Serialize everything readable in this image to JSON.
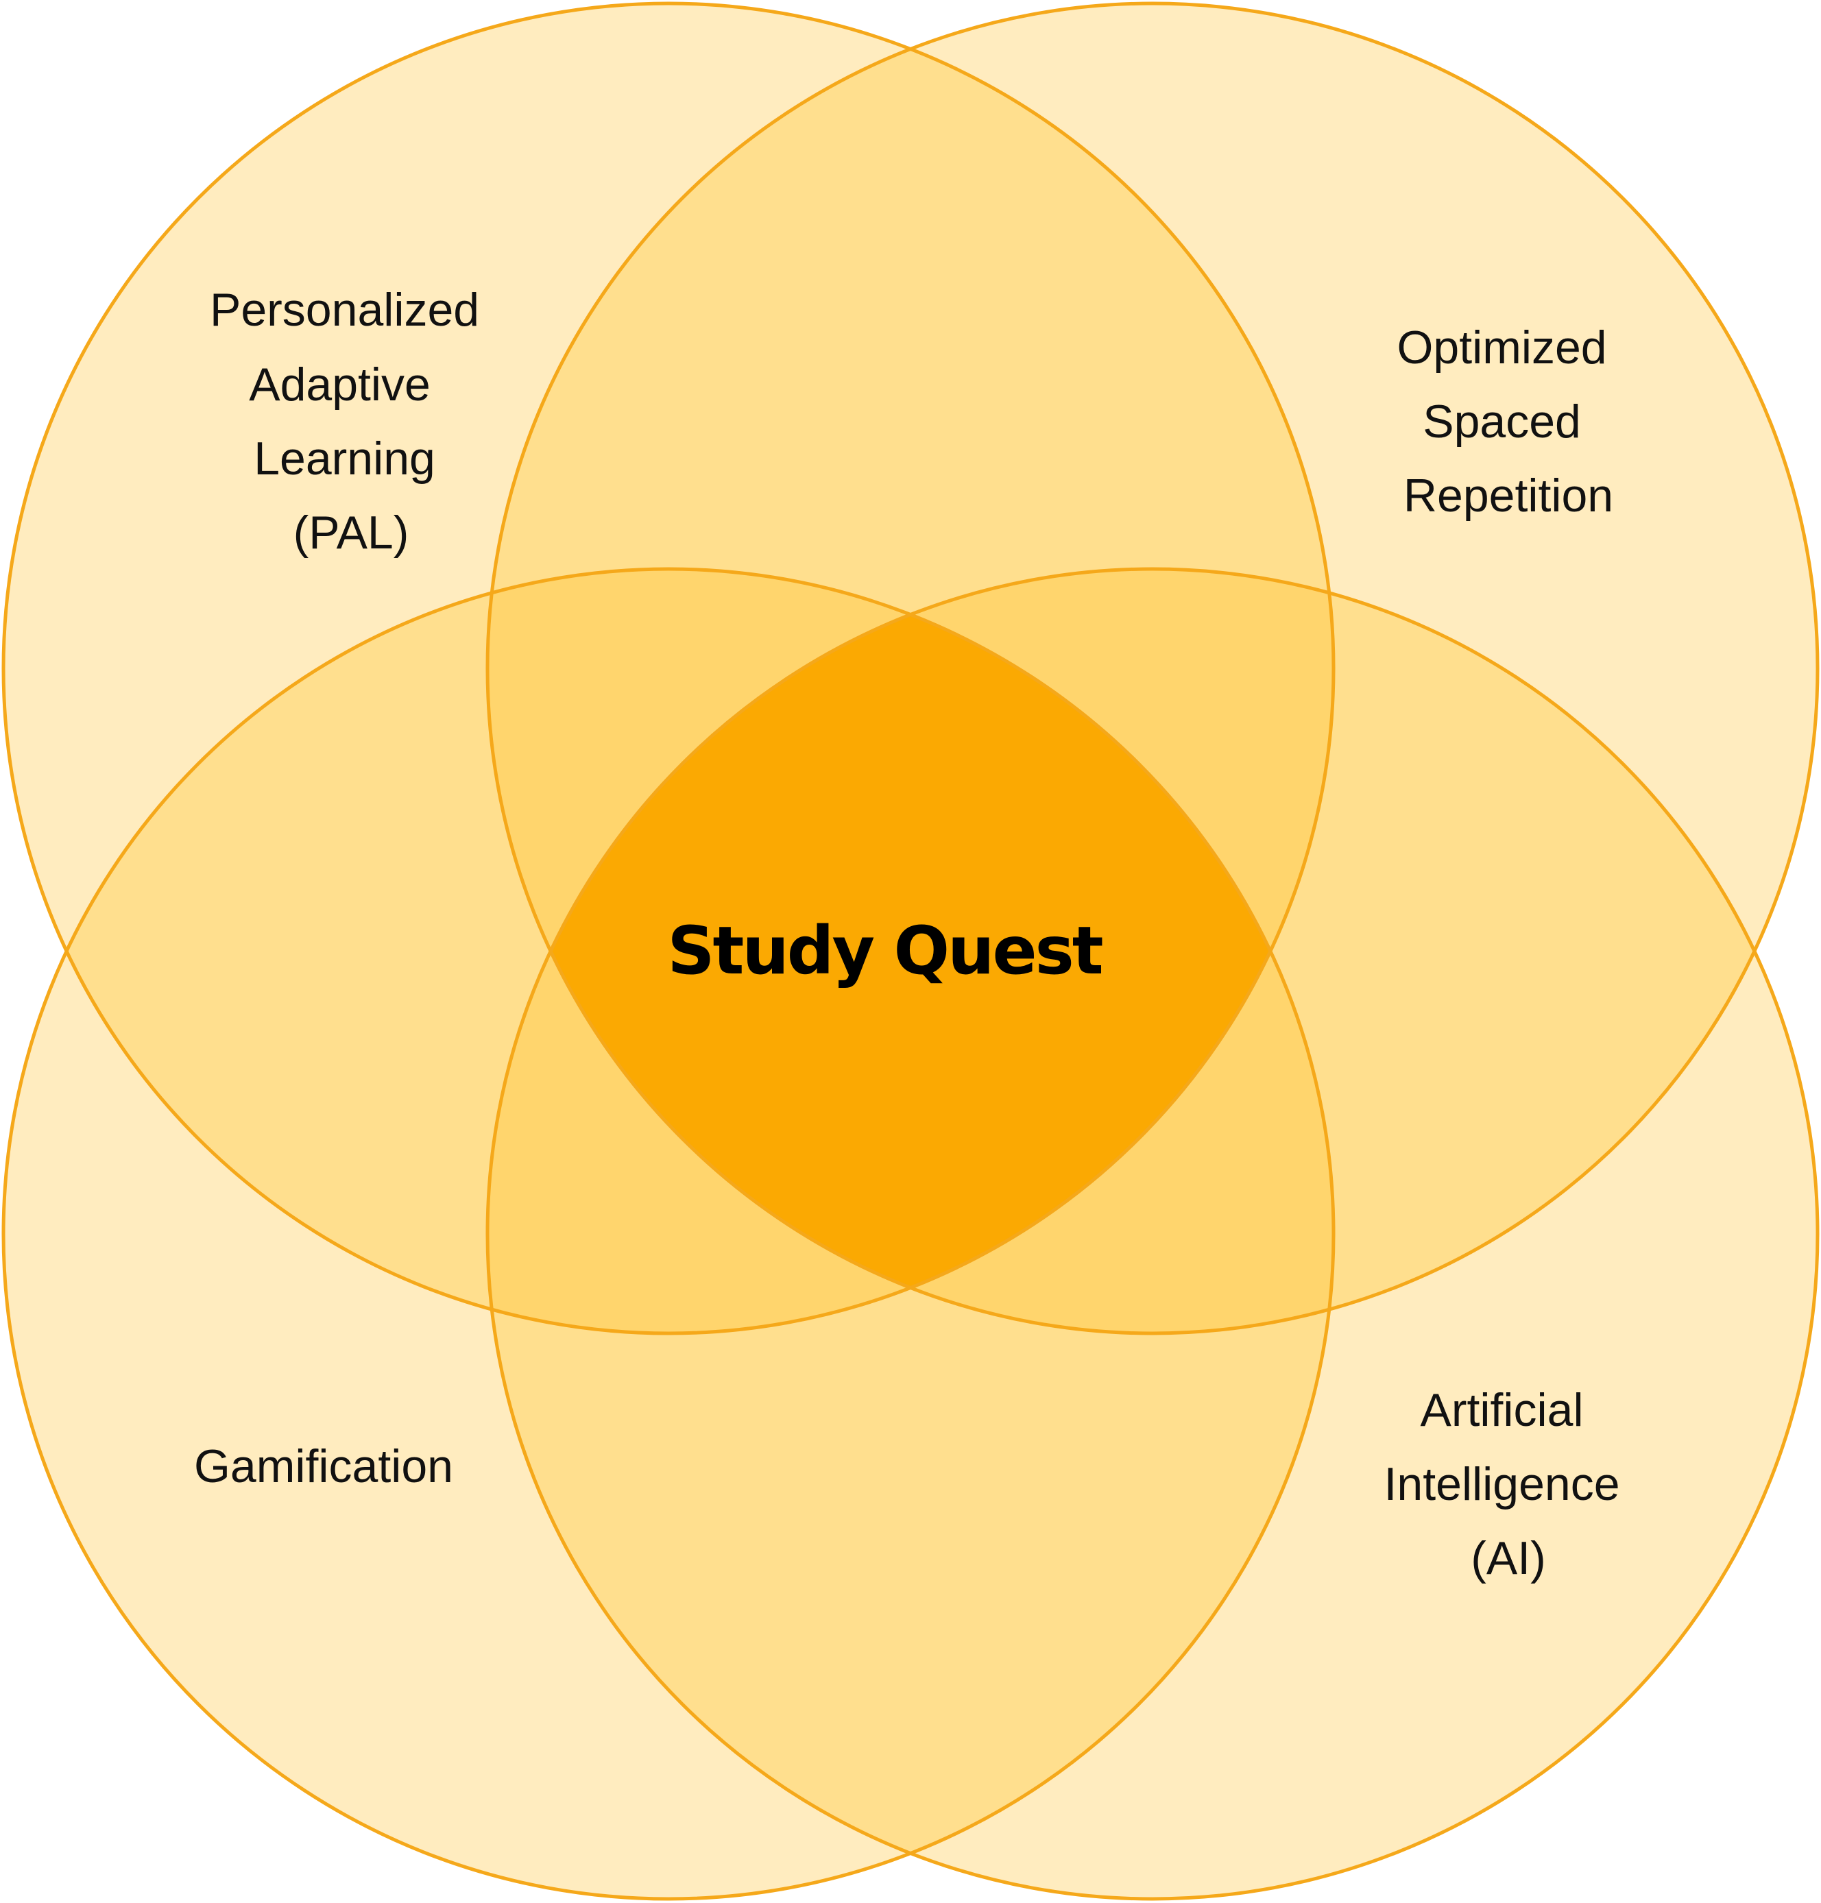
{
  "diagram": {
    "center_label": "Study Quest",
    "sets": [
      {
        "id": "pal",
        "lines": [
          "Personalized",
          "Adaptive",
          "Learning",
          "(PAL)"
        ]
      },
      {
        "id": "osr",
        "lines": [
          "Optimized",
          "Spaced",
          "Repetition"
        ]
      },
      {
        "id": "gam",
        "lines": [
          "Gamification"
        ]
      },
      {
        "id": "ai",
        "lines": [
          "Artificial",
          "Intelligence",
          "(AI)"
        ]
      }
    ],
    "colors": {
      "circle_fill": "#FFECBF",
      "overlap_2": "#FFDF8E",
      "overlap_3": "#FFD56D",
      "overlap_4": "#FBA902",
      "stroke": "#F5A81A"
    }
  }
}
